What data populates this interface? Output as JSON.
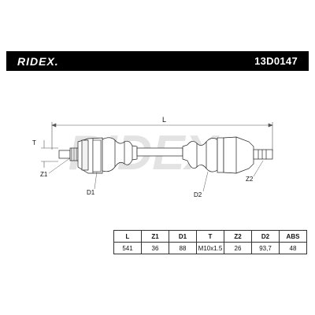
{
  "header": {
    "brand": "RIDEX.",
    "part_number": "13D0147"
  },
  "dimensions": {
    "length_label": "L",
    "thread_label": "T",
    "z1_label": "Z1",
    "z2_label": "Z2",
    "d1_label": "D1",
    "d2_label": "D2"
  },
  "specs": {
    "headers": [
      "L",
      "Z1",
      "D1",
      "T",
      "Z2",
      "D2",
      "ABS"
    ],
    "values": [
      "541",
      "36",
      "88",
      "M10x1.5",
      "26",
      "93,7",
      "48"
    ]
  }
}
